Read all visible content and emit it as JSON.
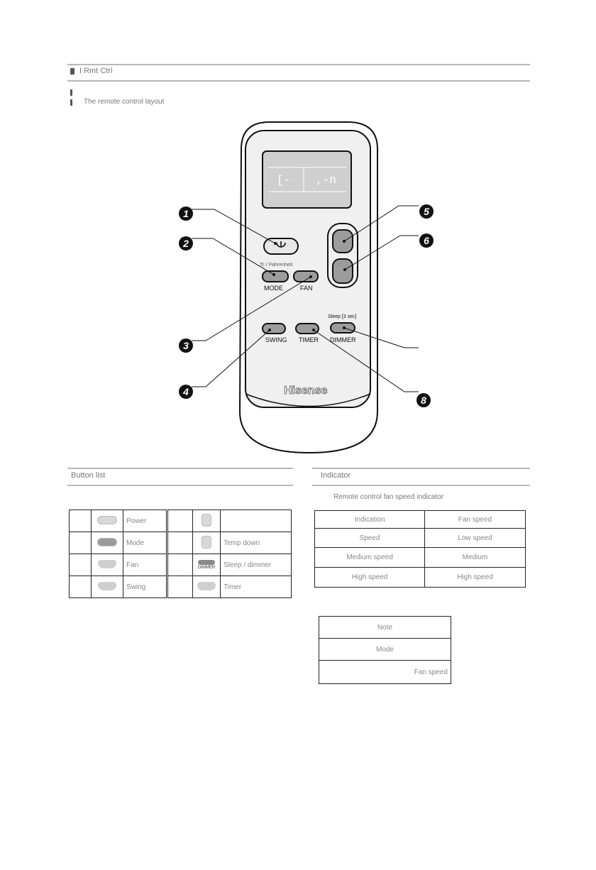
{
  "header": {
    "section_title": "I  Rmt Ctrl",
    "sub_line_1": "",
    "sub_line_2": "The remote control layout"
  },
  "remote": {
    "brand": "Hisense",
    "labels": {
      "mode_top": "Tc / Fahrenheit",
      "mode": "MODE",
      "fan": "FAN",
      "sleep_top": "Sleep [3 sec]",
      "swing": "SWING",
      "timer": "TIMER",
      "dimmer": "DIMMER"
    },
    "callouts": [
      "1",
      "2",
      "3",
      "4",
      "5",
      "6",
      "8"
    ]
  },
  "left_panel": {
    "title": "Button list",
    "rows": [
      {
        "icon": "pill-light-icon",
        "text_a": "Power",
        "icon_b": "tall-pill-icon",
        "text_b": ""
      },
      {
        "icon": "pill-dark-icon",
        "text_a": "Mode",
        "icon_b": "tall-pill-icon",
        "text_b": "Temp down"
      },
      {
        "icon": "chevron-pill-icon",
        "text_a": "Fan",
        "icon_b": "dimmer-pill-icon",
        "text_b": "Sleep / dimmer"
      },
      {
        "icon": "round-pill-icon",
        "text_a": "Swing",
        "icon_b": "round-pill-icon",
        "text_b": "Timer"
      }
    ],
    "dimmer_icon_text": "DIMMER"
  },
  "right_panel": {
    "title": "Indicator",
    "intro": "Remote control fan speed indicator",
    "rows": [
      [
        "Indication",
        "Fan speed"
      ],
      [
        "Speed",
        "Low speed"
      ],
      [
        "Medium speed",
        "Medium"
      ],
      [
        "High speed",
        "High speed"
      ]
    ]
  },
  "note_box": {
    "rows": [
      "Note",
      "Mode",
      "Fan speed"
    ]
  }
}
